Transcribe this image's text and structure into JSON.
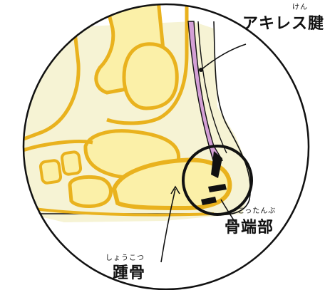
{
  "labels": {
    "achilles_furigana": "けん",
    "achilles": "アキレス腱",
    "epiphysis_furigana": "こったんぶ",
    "epiphysis": "骨端部",
    "calcaneus_furigana": "しょうこつ",
    "calcaneus": "踵骨"
  },
  "colors": {
    "outline": "#111111",
    "bone_fill": "#fbf0a8",
    "bone_edge": "#e9b21e",
    "soft_tissue": "#f2efc6",
    "tendon": "#d4a0d6"
  }
}
